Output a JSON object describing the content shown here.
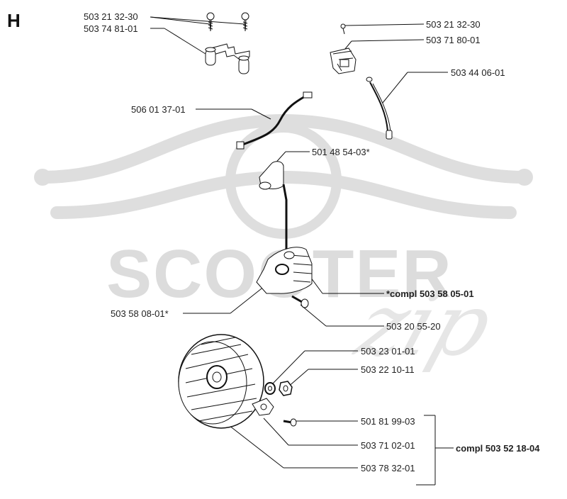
{
  "section_letter": "H",
  "watermark": {
    "main": "SCOOTER",
    "script": "zip"
  },
  "labels": {
    "l1": "503 21 32-30",
    "l2": "503 74 81-01",
    "l3": "503 21 32-30",
    "l4": "503 71 80-01",
    "l5": "503 44 06-01",
    "l6": "506 01 37-01",
    "l7": "501 48 54-03*",
    "l8": "*compl 503 58 05-01",
    "l9": "503 58 08-01*",
    "l10": "503 20 55-20",
    "l11": "503 23 01-01",
    "l12": "503 22 10-11",
    "l13": "501 81 99-03",
    "l14": "503 71 02-01",
    "l15": "compl 503 52 18-04",
    "l16": "503 78 32-01"
  }
}
